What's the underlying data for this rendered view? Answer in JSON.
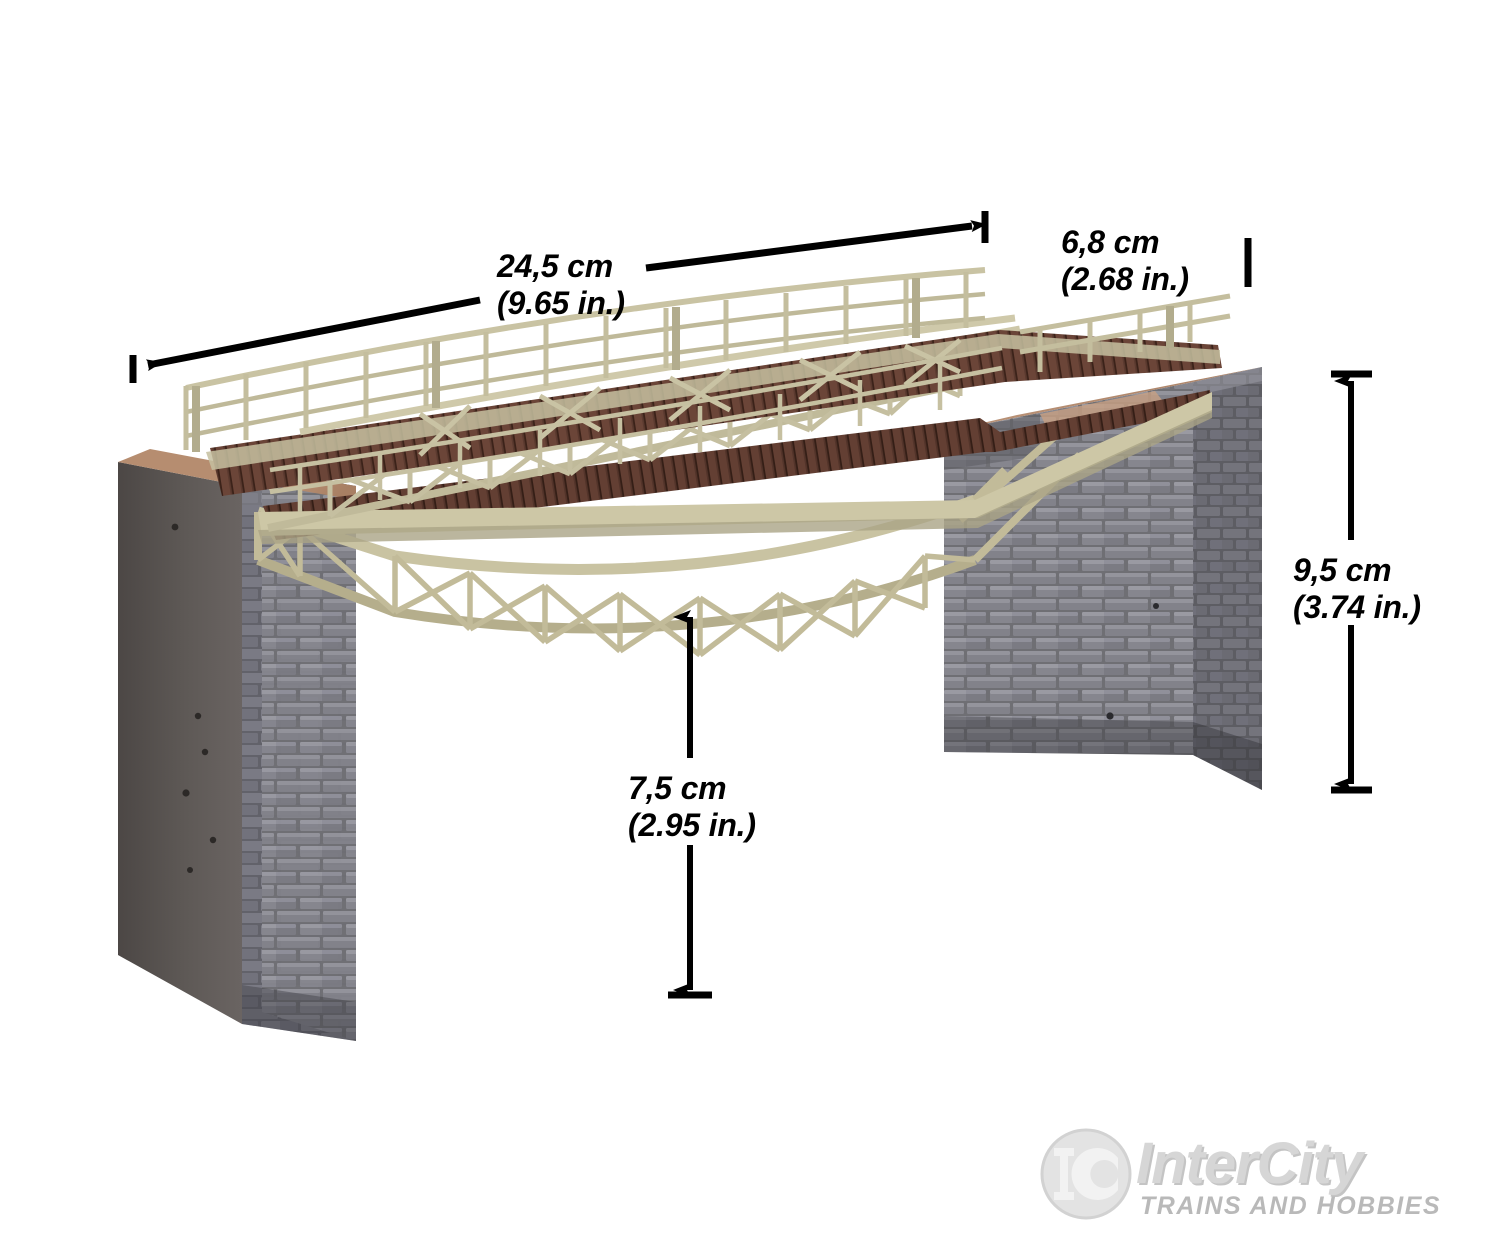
{
  "product": {
    "name": "model-railway-truss-bridge",
    "description": "HO scale curved lattice truss bridge with two stone block piers",
    "colors": {
      "truss": "#c9c3a2",
      "truss_shadow": "#a8a185",
      "deck_planks": "#5d3a2f",
      "deck_plank_dark": "#46281f",
      "stone_light": "#8d8d92",
      "stone_mid": "#6d6d72",
      "stone_dark": "#4a4a4e",
      "pier_back": "#56514f",
      "pier_cap": "#b98f72",
      "background": "#ffffff",
      "annotation": "#000000",
      "watermark": "#d6d6d6"
    }
  },
  "dimensions": {
    "width": {
      "metric": "24,5 cm",
      "imperial": "(9.65 in.)",
      "axis": "horizontal",
      "arrow": "double"
    },
    "depth": {
      "metric": "6,8 cm",
      "imperial": "(2.68 in.)",
      "axis": "depth",
      "arrow": "tick-only"
    },
    "height": {
      "metric": "9,5 cm",
      "imperial": "(3.74 in.)",
      "axis": "vertical",
      "arrow": "double"
    },
    "clearance": {
      "metric": "7,5 cm",
      "imperial": "(2.95 in.)",
      "axis": "vertical",
      "arrow": "double"
    }
  },
  "watermark": {
    "brand": "InterCity",
    "tagline": "TRAINS AND HOBBIES",
    "monogram": "IC"
  }
}
